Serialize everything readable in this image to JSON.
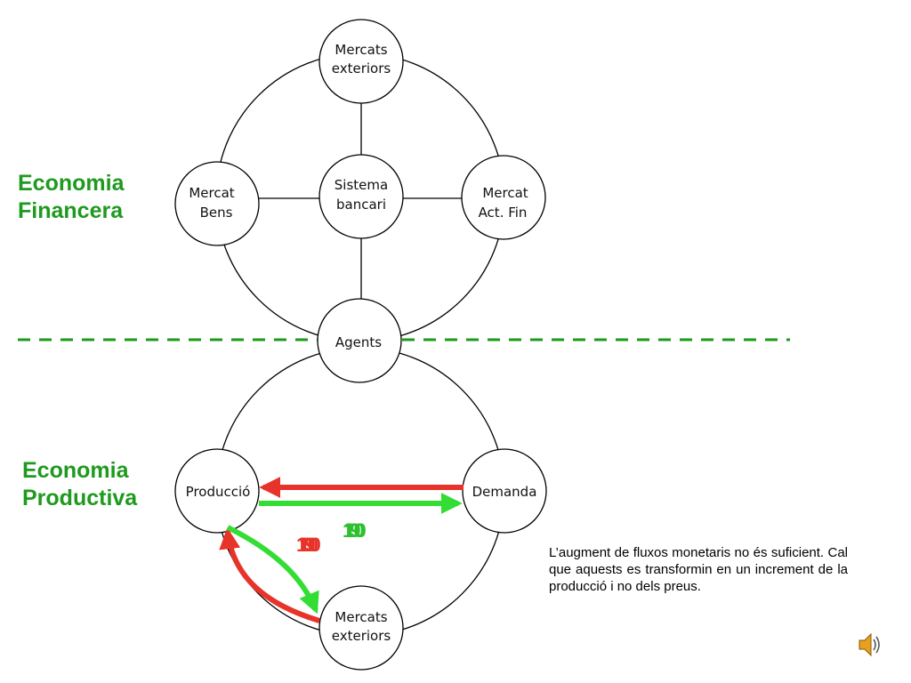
{
  "nodes": {
    "mercats_exteriors_top": [
      "Mercats",
      "exteriors"
    ],
    "mercat_bens": [
      "Mercat",
      "Bens"
    ],
    "sistema_bancari": [
      "Sistema",
      "bancari"
    ],
    "mercat_act_fin": [
      "Mercat",
      "Act. Fin"
    ],
    "agents": "Agents",
    "produccio": "Producció",
    "demanda": "Demanda",
    "mercats_exteriors_bottom": [
      "Mercats",
      "exteriors"
    ]
  },
  "sections": {
    "financera": [
      "Economia",
      "Financera"
    ],
    "productiva": [
      "Economia",
      "Productiva"
    ]
  },
  "flow_values": {
    "green_a": "100",
    "green_b": "190",
    "red_a": "100",
    "red_b": "190"
  },
  "note": "L’augment de fluxos monetaris no és suficient. Cal que aquests es transformin en un increment de la producció i no dels preus.",
  "colors": {
    "section_label": "#1e9a1e",
    "divider": "#1e9a1e",
    "arrow_red": "#e8332a",
    "arrow_green": "#33dd33",
    "number_red": "#e8332a",
    "number_green": "#2fbf2f"
  },
  "icons": {
    "speaker": "speaker-icon"
  }
}
